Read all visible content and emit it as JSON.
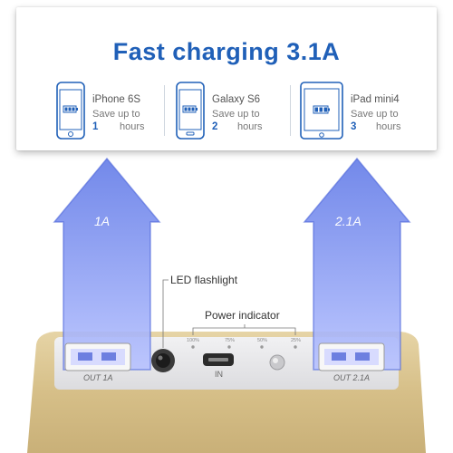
{
  "headline": "Fast charging 3.1A",
  "devices": [
    {
      "name": "iPhone 6S",
      "save": "Save up to",
      "hours": "1",
      "unit": "hours",
      "icon": "phone-icon"
    },
    {
      "name": "Galaxy S6",
      "save": "Save up to",
      "hours": "2",
      "unit": "hours",
      "icon": "phone-icon"
    },
    {
      "name": "iPad mini4",
      "save": "Save up to",
      "hours": "3",
      "unit": "hours",
      "icon": "tablet-icon"
    }
  ],
  "arrows": {
    "left": "1A",
    "right": "2.1A"
  },
  "callouts": {
    "led": "LED flashlight",
    "power": "Power indicator"
  },
  "power_levels": [
    "100%",
    "75%",
    "50%",
    "25%"
  ],
  "ports": {
    "out1": "OUT 1A",
    "in": "IN",
    "out2": "OUT 2.1A"
  },
  "colors": {
    "accent": "#2060b8",
    "arrow": "#7f93ea",
    "body": "#d6c08c",
    "panel": "#e8e8ea"
  }
}
